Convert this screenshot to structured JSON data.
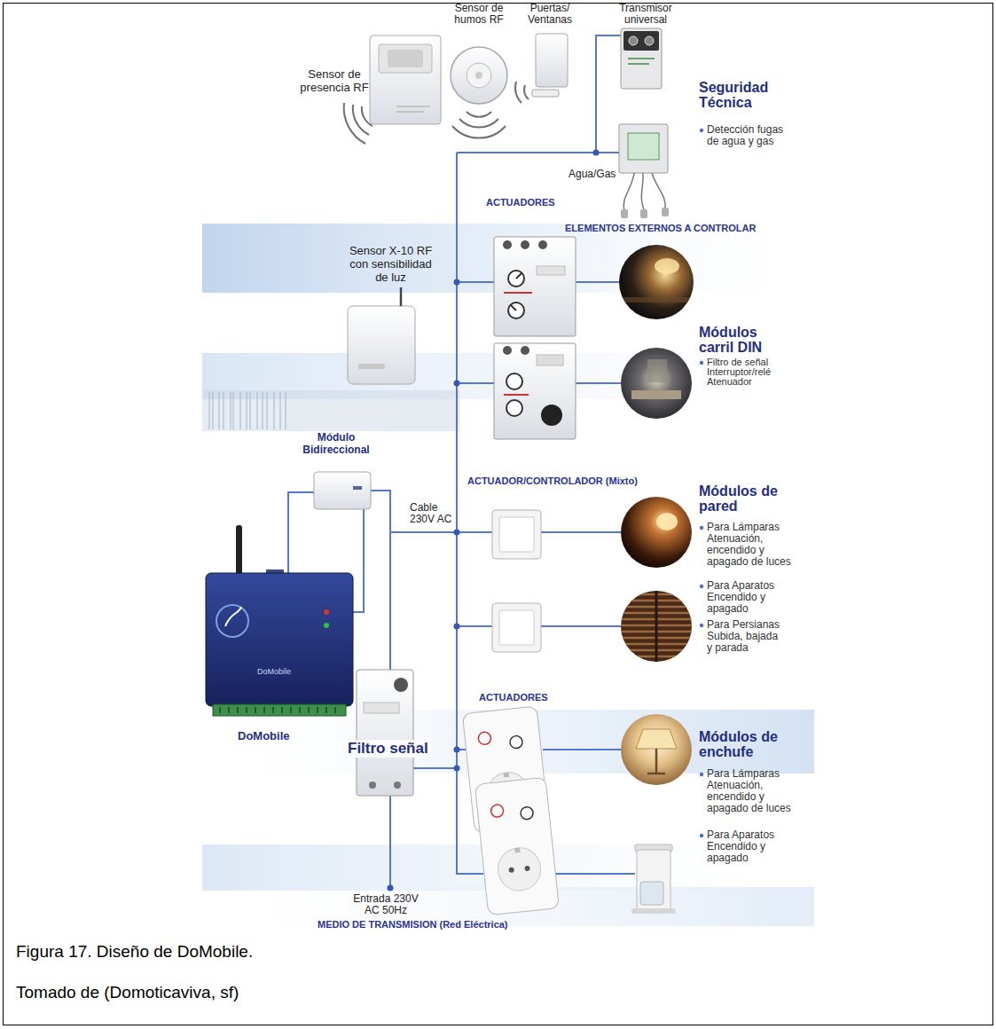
{
  "diagram": {
    "caption": "Figura 17. Diseño de DoMobile.",
    "nodes": [
      {
        "text": [
          "Sensor de presencia RF"
        ]
      },
      {
        "text": [
          "Sensor de humos RF"
        ]
      },
      {
        "text": [
          "Puertas/ Ventanas"
        ]
      },
      {
        "text": [
          "Transmisor universal"
        ]
      },
      {
        "text": [
          "Agua/Gas"
        ]
      },
      {
        "text": [
          "Sensor X-10 RF con sensibilidad de luz"
        ]
      },
      {
        "text": [
          "Módulo Bidireccional"
        ]
      },
      {
        "text": [
          "DoMobile",
          "DoMobile"
        ]
      },
      {
        "text": [
          "Filtro señal"
        ]
      }
    ],
    "edges": [
      {
        "from": 7,
        "to": 6,
        "arrow": "none"
      },
      {
        "from": 7,
        "to": 6,
        "arrow": "none"
      },
      {
        "from": 3,
        "to": 4,
        "arrow": "none"
      }
    ],
    "labels": [
      "Seguridad Técnica",
      "Detección fugas de agua y gas",
      "ACTUADORES",
      "ELEMENTOS EXTERNOS A CONTROLAR",
      "Módulos carril DIN",
      "Filtro de señal",
      "Interruptor/relé",
      "Atenuador",
      "Cable 230V AC",
      "ACTUADOR/CONTROLADOR (Mixto)",
      "Módulos de pared",
      "Para Lámparas",
      "Atenuación, encendido y apagado de luces",
      "Para Aparatos",
      "Encendido y apagado",
      "Para Persianas",
      "Subida, bajada y parada",
      "ACTUADORES",
      "Módulos de enchufe",
      "Para Lámparas",
      "Atenuación, encendido y apagado de luces",
      "Para Aparatos",
      "Encendido y apagado",
      "Entrada 230V AC 50Hz",
      "MEDIO DE TRANSMISION (Red Eléctrica)",
      "Tomado de (Domoticaviva, sf)"
    ]
  }
}
